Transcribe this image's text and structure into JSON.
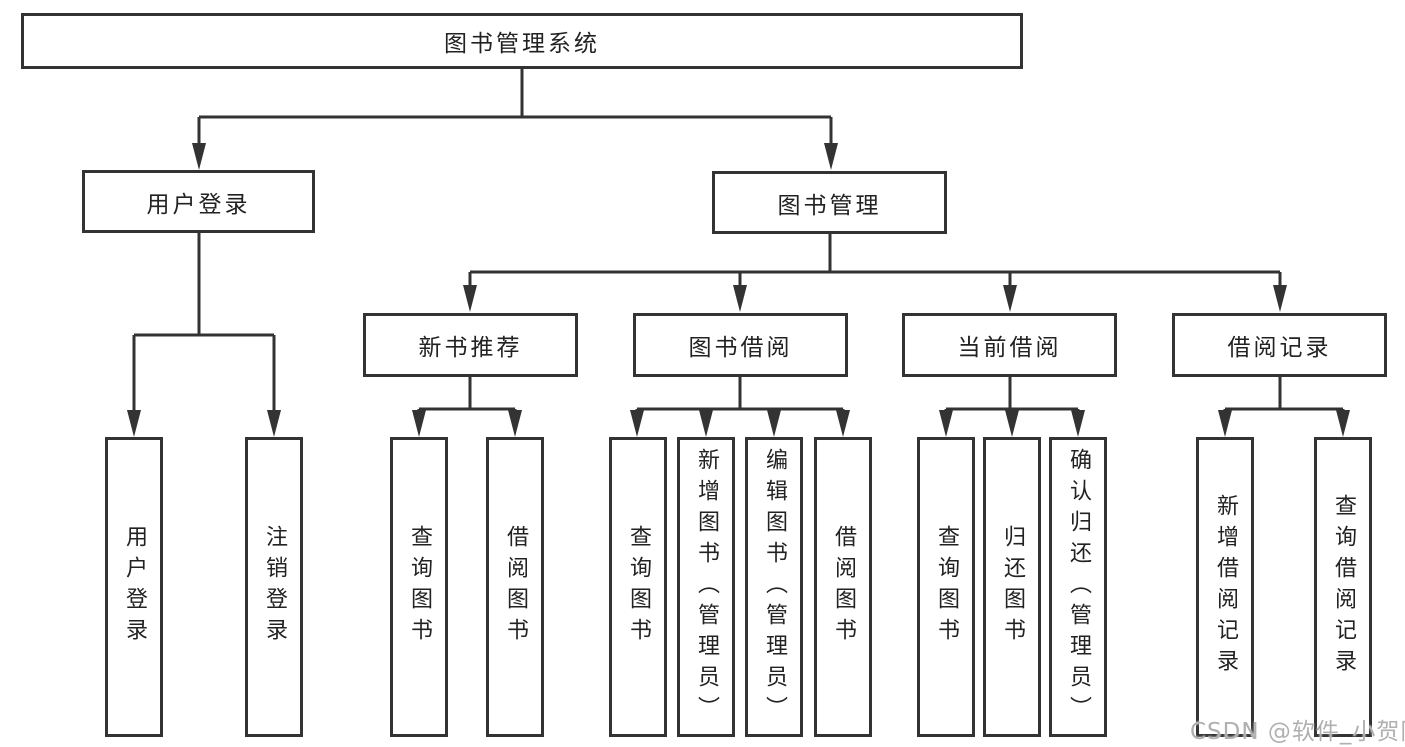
{
  "diagram": {
    "type": "tree-diagram",
    "colors": {
      "line": "#333333",
      "box_border": "#333333",
      "box_background": "#ffffff",
      "text": "#222222",
      "watermark": "#b0b0b0"
    },
    "watermark": "CSDN @软件_小贺同学",
    "tree": {
      "label": "图书管理系统",
      "children": [
        {
          "label": "用户登录",
          "children": [
            {
              "label": "用户登录"
            },
            {
              "label": "注销登录"
            }
          ]
        },
        {
          "label": "图书管理",
          "children": [
            {
              "label": "新书推荐",
              "children": [
                {
                  "label": "查询图书"
                },
                {
                  "label": "借阅图书"
                }
              ]
            },
            {
              "label": "图书借阅",
              "children": [
                {
                  "label": "查询图书"
                },
                {
                  "label": "新增图书（管理员）"
                },
                {
                  "label": "编辑图书（管理员）"
                },
                {
                  "label": "借阅图书"
                }
              ]
            },
            {
              "label": "当前借阅",
              "children": [
                {
                  "label": "查询图书"
                },
                {
                  "label": "归还图书"
                },
                {
                  "label": "确认归还（管理员）"
                }
              ]
            },
            {
              "label": "借阅记录",
              "children": [
                {
                  "label": "新增借阅记录"
                },
                {
                  "label": "查询借阅记录"
                }
              ]
            }
          ]
        }
      ]
    }
  }
}
